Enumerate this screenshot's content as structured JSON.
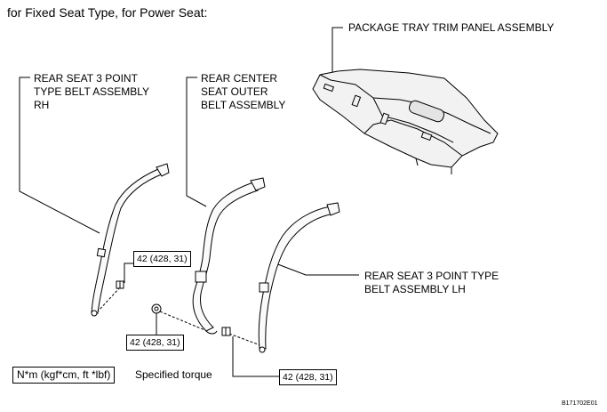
{
  "title": "for Fixed Seat Type, for Power Seat:",
  "labels": {
    "package_tray": "PACKAGE TRAY TRIM PANEL ASSEMBLY",
    "belt_rh": [
      "REAR SEAT 3 POINT",
      "TYPE BELT ASSEMBLY",
      "RH"
    ],
    "belt_center": [
      "REAR CENTER",
      "SEAT OUTER",
      "BELT ASSEMBLY"
    ],
    "belt_lh": [
      "REAR SEAT 3 POINT TYPE",
      "BELT ASSEMBLY LH"
    ]
  },
  "torque": {
    "rh": "42 (428, 31)",
    "center": "42 (428, 31)",
    "lh": "42 (428, 31)"
  },
  "legend": {
    "unit_box": "N*m (kgf*cm, ft *lbf)",
    "description": "Specified torque"
  },
  "figure_code": "B171702E01"
}
